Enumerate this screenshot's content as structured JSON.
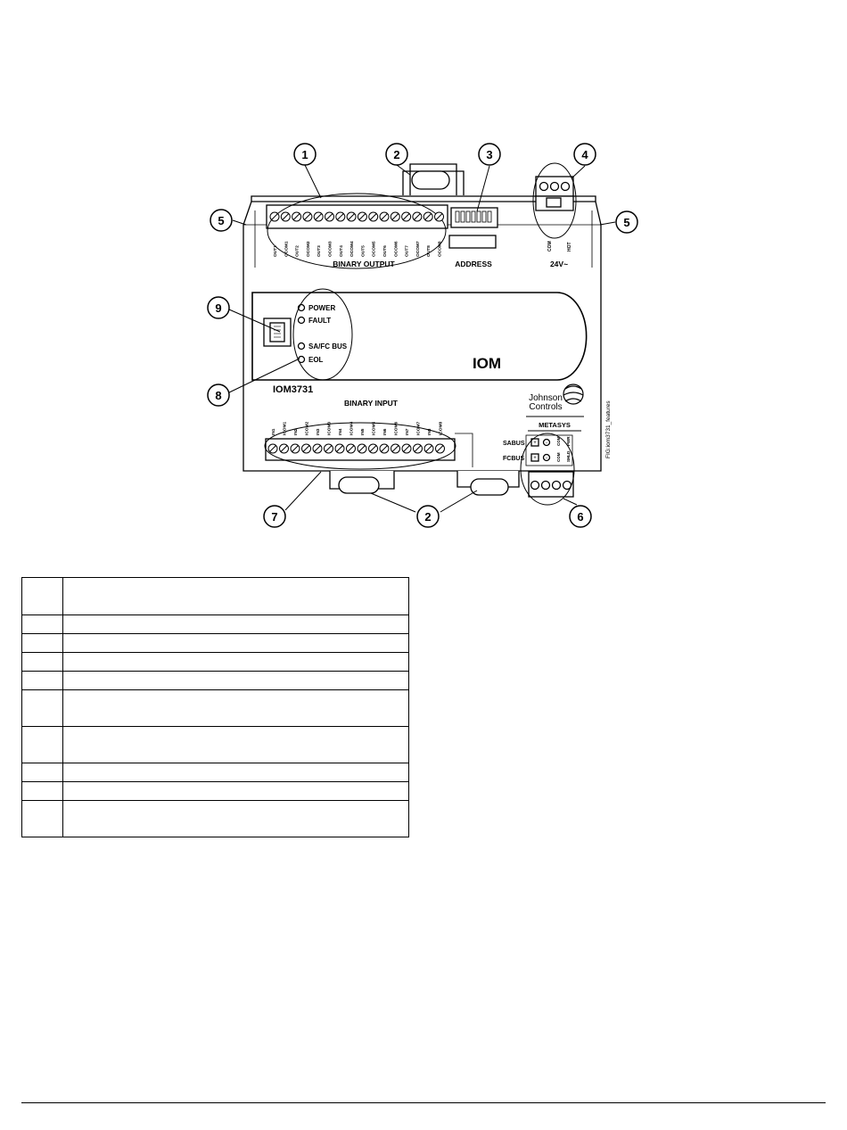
{
  "diagram": {
    "callouts": [
      "1",
      "2",
      "3",
      "4",
      "5",
      "5",
      "9",
      "8",
      "7",
      "2",
      "6"
    ],
    "binary_output": {
      "title": "BINARY OUTPUT",
      "terminals": [
        "OUT1",
        "OCOM1",
        "OUT2",
        "OCOM2",
        "OUT3",
        "OCOM3",
        "OUT4",
        "OCOM4",
        "OUT5",
        "OCOM5",
        "OUT6",
        "OCOM6",
        "OUT7",
        "OCOM7",
        "OUT8",
        "OCOM8"
      ]
    },
    "address": {
      "title": "ADDRESS"
    },
    "power_supply": {
      "title": "24V~",
      "terminals": [
        "COM",
        "HOT"
      ]
    },
    "leds": [
      "POWER",
      "FAULT",
      "SA/FC BUS",
      "EOL"
    ],
    "device_name": "IOM",
    "model": "IOM3731",
    "binary_input": {
      "title": "BINARY INPUT",
      "terminals": [
        "IN1",
        "ICOM1",
        "IN2",
        "ICOM2",
        "IN3",
        "ICOM3",
        "IN4",
        "ICOM4",
        "IN5",
        "ICOM5",
        "IN6",
        "ICOM6",
        "IN7",
        "ICOM7",
        "IN8",
        "ICOM8"
      ]
    },
    "brand": {
      "line1": "Johnson",
      "line2": "Controls"
    },
    "metasys": "METASYS",
    "bus": {
      "sabus_label": "SABUS",
      "fcbus_label": "FCBUS",
      "sabus_terminals": [
        "+",
        "-",
        "COM",
        "PWR"
      ],
      "fcbus_terminals": [
        "+",
        "-",
        "COM",
        "SHLD"
      ]
    },
    "figure_id": "FIG:iom3731_features"
  },
  "legend_table": {
    "header": [
      "",
      ""
    ],
    "rows": [
      {
        "num": "",
        "desc": ""
      },
      {
        "num": "",
        "desc": ""
      },
      {
        "num": "",
        "desc": ""
      },
      {
        "num": "",
        "desc": ""
      },
      {
        "num": "",
        "desc": ""
      },
      {
        "num": "",
        "desc": ""
      },
      {
        "num": "",
        "desc": ""
      },
      {
        "num": "",
        "desc": ""
      },
      {
        "num": "",
        "desc": ""
      }
    ]
  },
  "colors": {
    "line": "#000000",
    "background": "#ffffff",
    "shadow": "#d6d6d6"
  }
}
